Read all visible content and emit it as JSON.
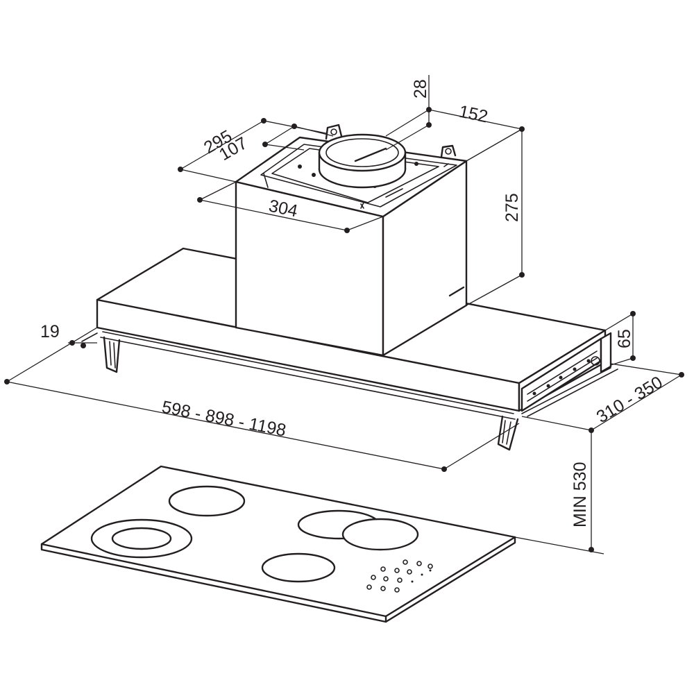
{
  "diagram": {
    "colors": {
      "line": "#231f20",
      "background": "#ffffff"
    },
    "dimensions": {
      "duct_height": "28",
      "chimney_depth": "152",
      "chimney_width_outer": "295",
      "chimney_width_inner": "107",
      "chimney_front_width": "304",
      "chimney_height": "275",
      "hood_height": "65",
      "front_offset": "19",
      "hood_width": "598 - 898 - 1198",
      "hood_depth": "310 - 350",
      "min_height_above_hob": "MIN 530"
    }
  }
}
